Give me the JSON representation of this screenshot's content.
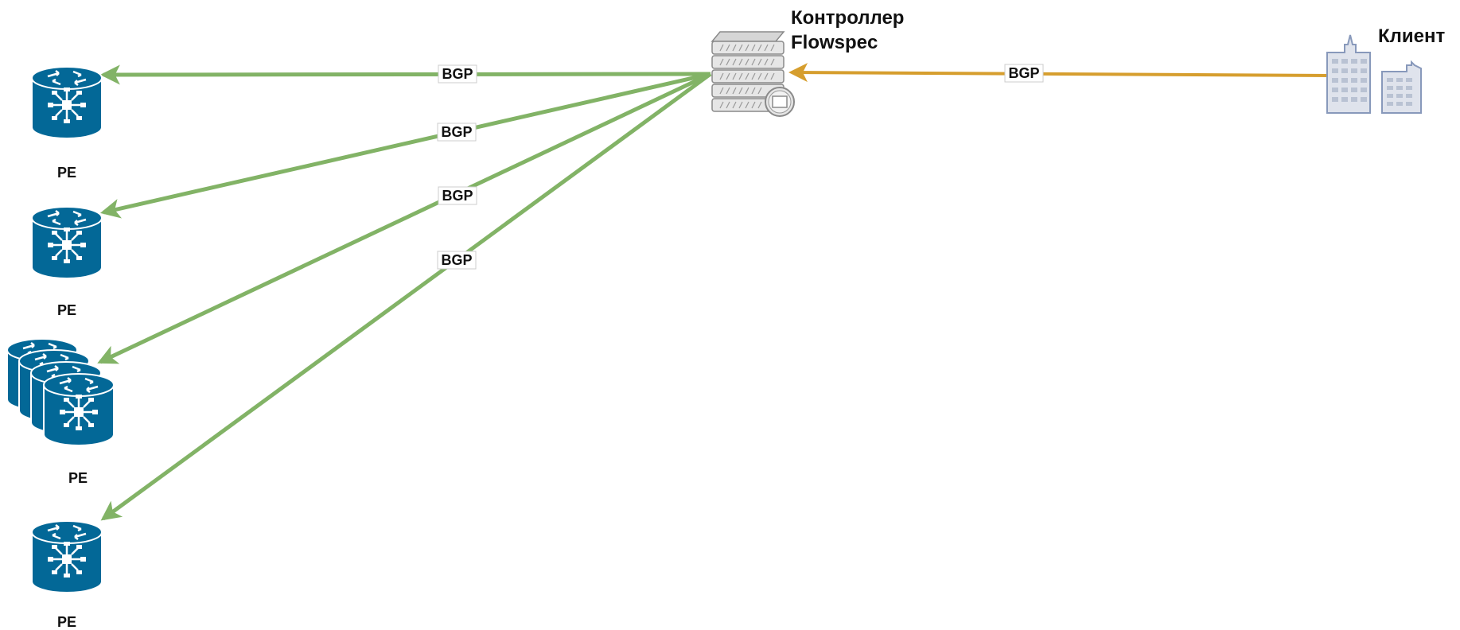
{
  "nodes": {
    "controller": {
      "label_line1": "Контроллер",
      "label_line2": "Flowspec",
      "icon": "server-stack-icon"
    },
    "client": {
      "label": "Клиент",
      "icon": "office-buildings-icon"
    },
    "pe1": {
      "label": "PE",
      "icon": "router-icon"
    },
    "pe2": {
      "label": "PE",
      "icon": "router-icon"
    },
    "pe3": {
      "label": "PE",
      "icon": "router-stack-icon"
    },
    "pe4": {
      "label": "PE",
      "icon": "router-icon"
    }
  },
  "edges": [
    {
      "id": "client-controller",
      "label": "BGP",
      "color": "#d69e2e"
    },
    {
      "id": "controller-pe1",
      "label": "BGP",
      "color": "#82b366"
    },
    {
      "id": "controller-pe2",
      "label": "BGP",
      "color": "#82b366"
    },
    {
      "id": "controller-pe3",
      "label": "BGP",
      "color": "#82b366"
    },
    {
      "id": "controller-pe4",
      "label": "BGP",
      "color": "#82b366"
    }
  ],
  "colors": {
    "router_fill": "#036897",
    "router_stroke": "#ffffff",
    "server_fill": "#e6e6e6",
    "building_fill": "#dfe3ec"
  }
}
